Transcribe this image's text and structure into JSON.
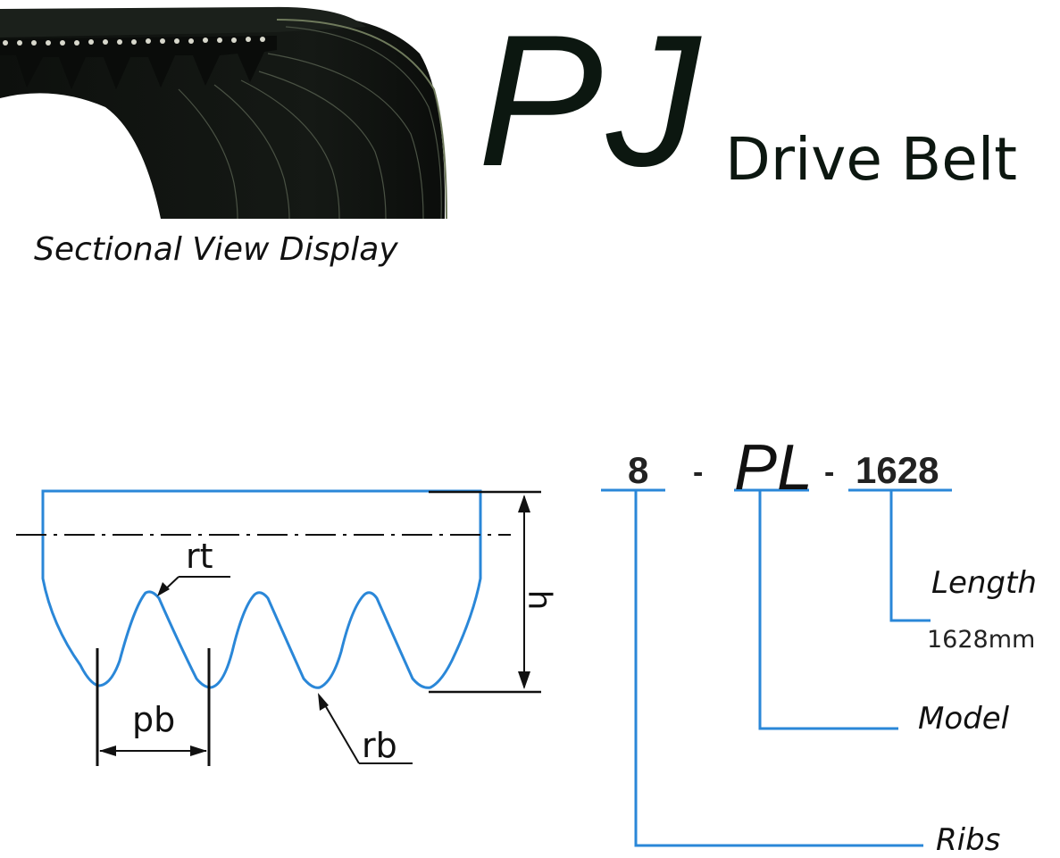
{
  "header": {
    "title": "PJ",
    "subtitle": "Drive Belt",
    "caption": "Sectional View Display"
  },
  "diagram": {
    "labels": {
      "rt": "rt",
      "pb": "pb",
      "rb": "rb",
      "h": "h"
    }
  },
  "code": {
    "ribs": "8",
    "separator1": "-",
    "model": "PL",
    "separator2": "-",
    "length": "1628"
  },
  "legend": {
    "length_label": "Length",
    "length_value": "1628mm",
    "model_label": "Model",
    "ribs_label": "Ribs"
  },
  "colors": {
    "profile_line": "#2a87d8",
    "belt_body": "#121512",
    "text": "#111111"
  }
}
